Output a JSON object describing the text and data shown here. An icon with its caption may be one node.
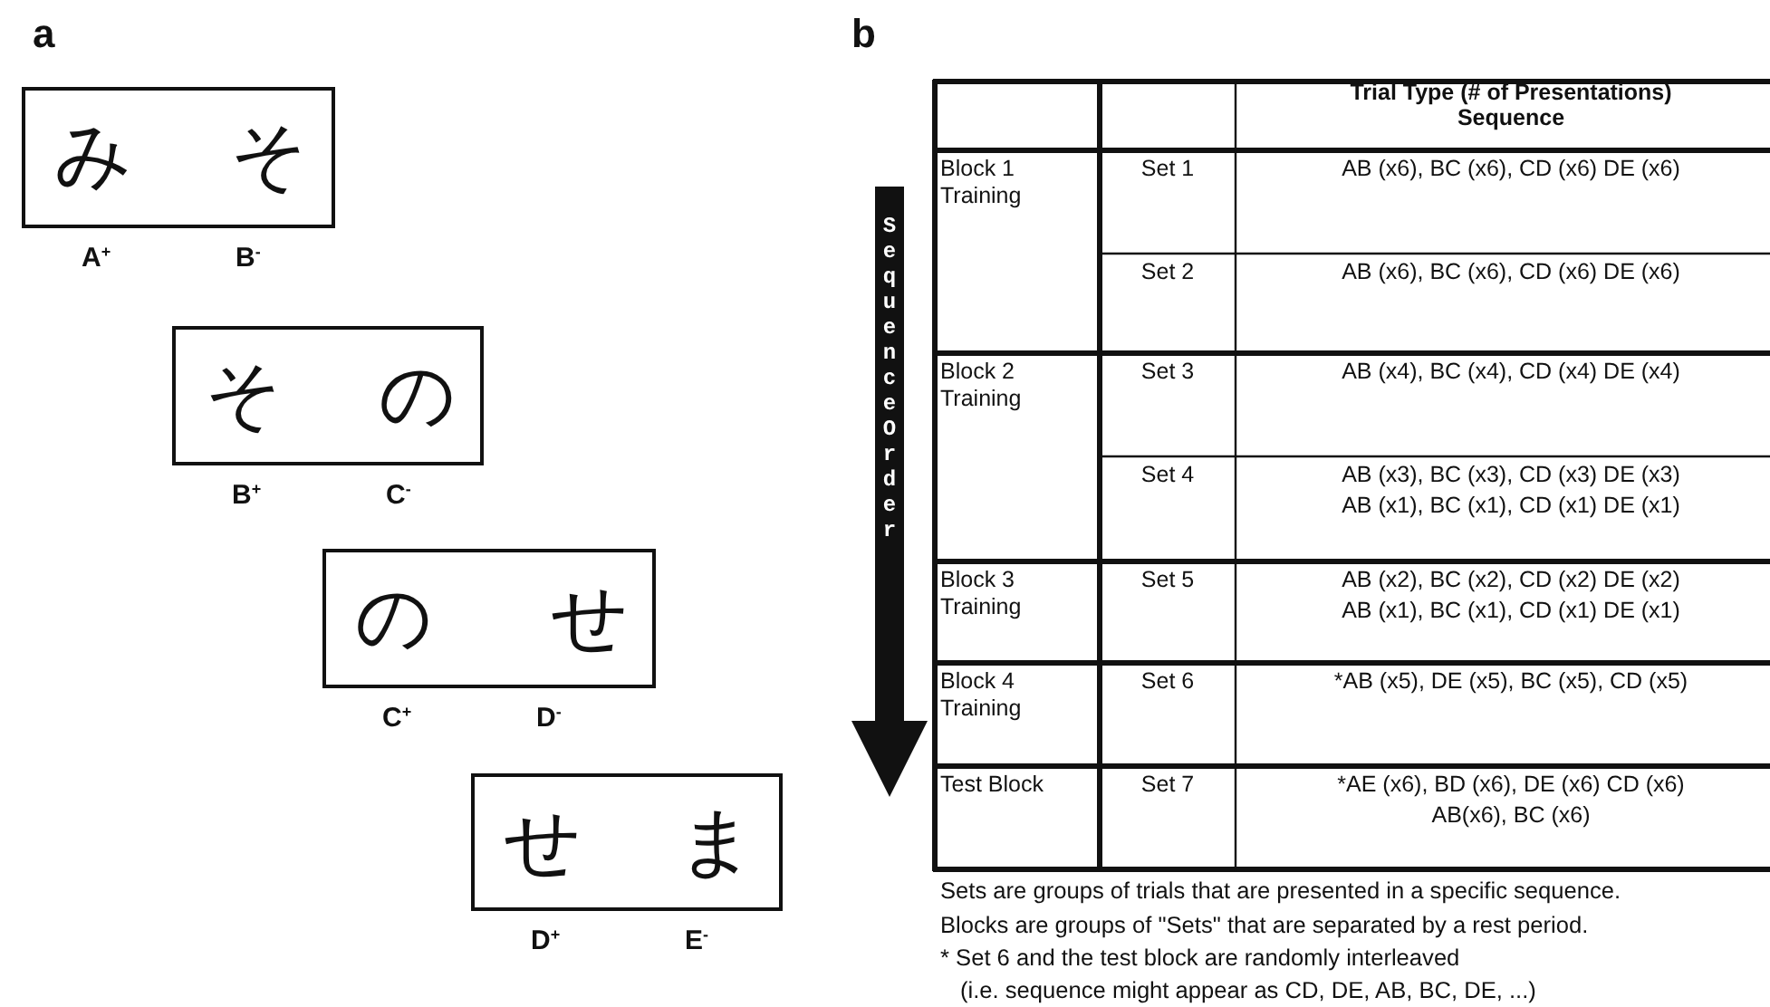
{
  "diagram": {
    "nodes": [
      {
        "text": [
          "み",
          "そ"
        ],
        "beside": [
          "A$^{+}$",
          "B$^{-}$"
        ]
      },
      {
        "text": [
          "そ",
          "の"
        ],
        "beside": [
          "B$^{+}$",
          "C$^{-}$"
        ]
      },
      {
        "text": [
          "の",
          "せ"
        ],
        "beside": [
          "C$^{+}$",
          "D$^{-}$"
        ]
      },
      {
        "text": [
          "せ",
          "ま"
        ],
        "beside": [
          "D$^{+}$",
          "E$^{-}$"
        ]
      }
    ],
    "labels": [
      "a",
      "b",
      "Sequence Order",
      "Trial Type (# of Presentations) Sequence",
      "Block 1 Training",
      "Set 1",
      "AB (x6), BC (x6), CD (x6) DE (x6)",
      "Set 2",
      "AB (x6), BC (x6), CD (x6) DE (x6)",
      "Block 2 Training",
      "Set 3",
      "AB (x4), BC (x4), CD (x4) DE (x4)",
      "Set 4",
      "AB (x3), BC (x3), CD (x3) DE (x3)",
      "AB (x1), BC (x1), CD (x1) DE (x1)",
      "Block 3 Training",
      "Set 5",
      "AB (x2), BC (x2), CD (x2) DE (x2)",
      "AB (x1), BC (x1), CD (x1) DE (x1)",
      "Block 4 Training",
      "Set 6",
      "*AB (x5), DE (x5), BC (x5), CD (x5)",
      "Test Block",
      "Set 7",
      "*AE (x6), BD (x6), DE (x6) CD (x6)",
      "AB(x6), BC (x6)",
      "Sets are groups of trials that are presented in a specific sequence.",
      "Blocks are groups of \"Sets\" that are separated by a rest period.",
      "* Set 6 and the test block are randomly interleaved",
      "(i.e. sequence might appear as CD, DE, AB, BC, DE, ...)"
    ]
  }
}
